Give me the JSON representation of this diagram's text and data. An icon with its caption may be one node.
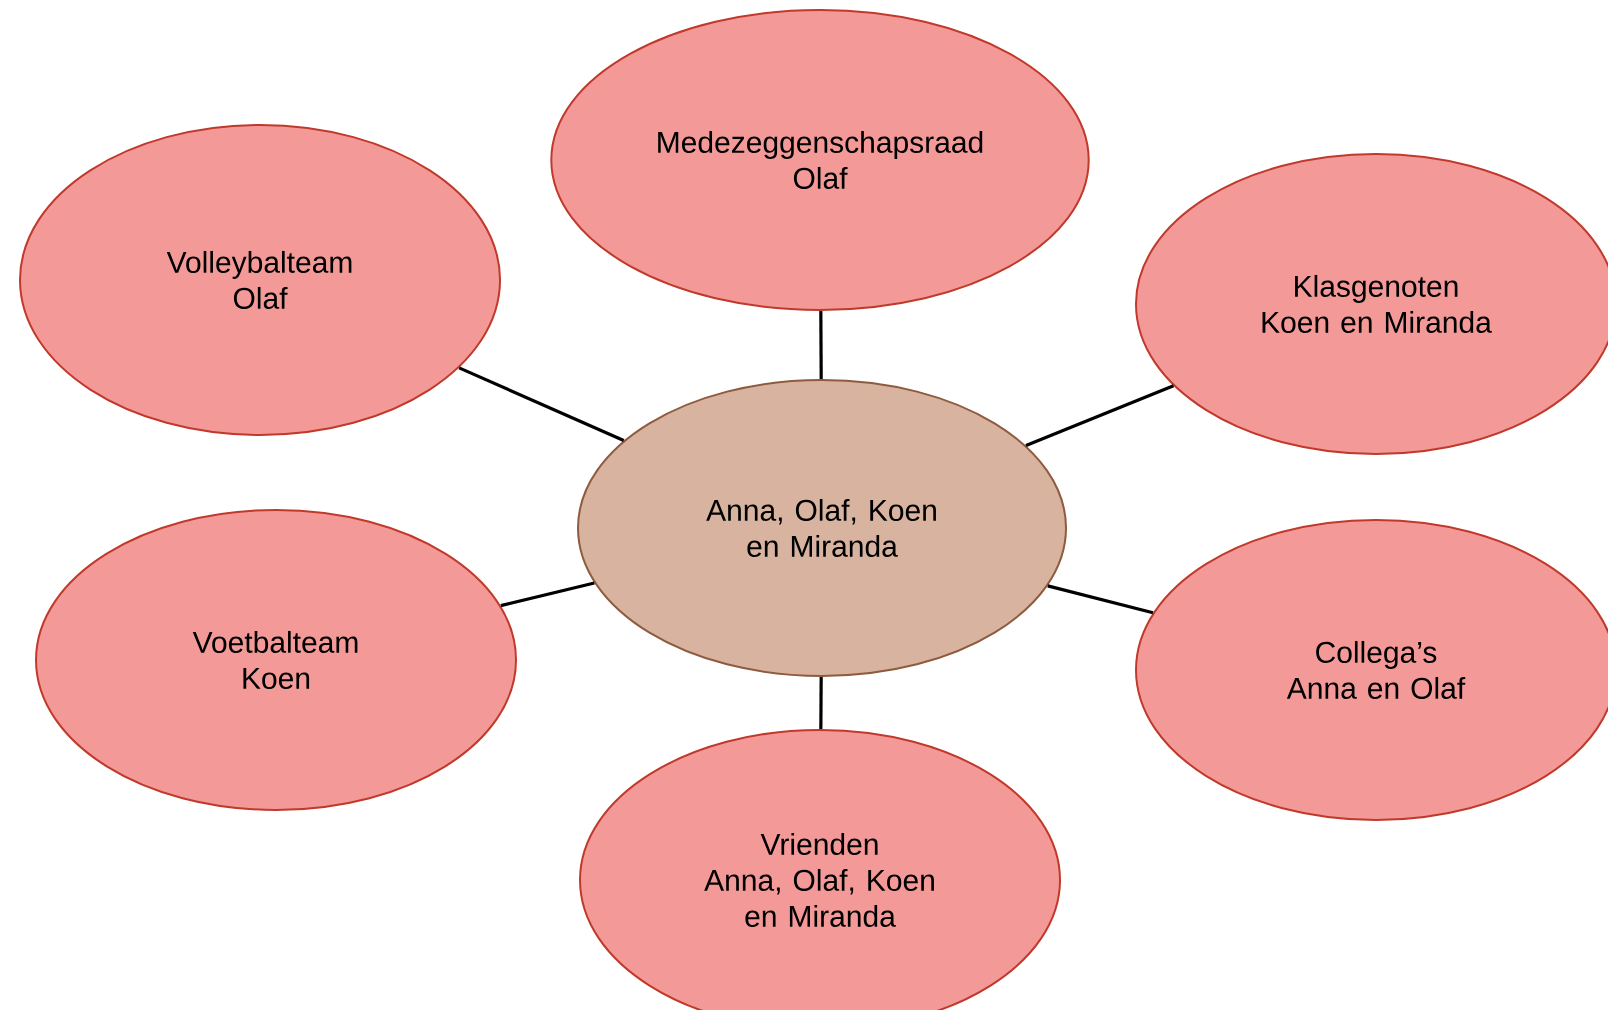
{
  "diagram": {
    "nodes": [
      {
        "text": [
          "Medezeggenschapsraad",
          "Olaf"
        ]
      },
      {
        "text": [
          "Volleybalteam",
          "Olaf"
        ]
      },
      {
        "text": [
          "Klasgenoten",
          "Koen en Miranda"
        ]
      },
      {
        "text": [
          "Anna, Olaf, Koen en Miranda"
        ]
      },
      {
        "text": [
          "Voetbalteam",
          "Koen"
        ]
      },
      {
        "text": [
          "Collega’s",
          "Anna en Olaf"
        ]
      },
      {
        "text": [
          "Vrienden",
          "Anna, Olaf, Koen en Miranda"
        ]
      }
    ],
    "edges": [
      {
        "from": 3,
        "to": 0,
        "arrow": "none"
      },
      {
        "from": 3,
        "to": 1,
        "arrow": "none"
      },
      {
        "from": 3,
        "to": 2,
        "arrow": "none"
      },
      {
        "from": 3,
        "to": 4,
        "arrow": "none"
      },
      {
        "from": 3,
        "to": 5,
        "arrow": "none"
      },
      {
        "from": 3,
        "to": 6,
        "arrow": "none"
      }
    ]
  }
}
